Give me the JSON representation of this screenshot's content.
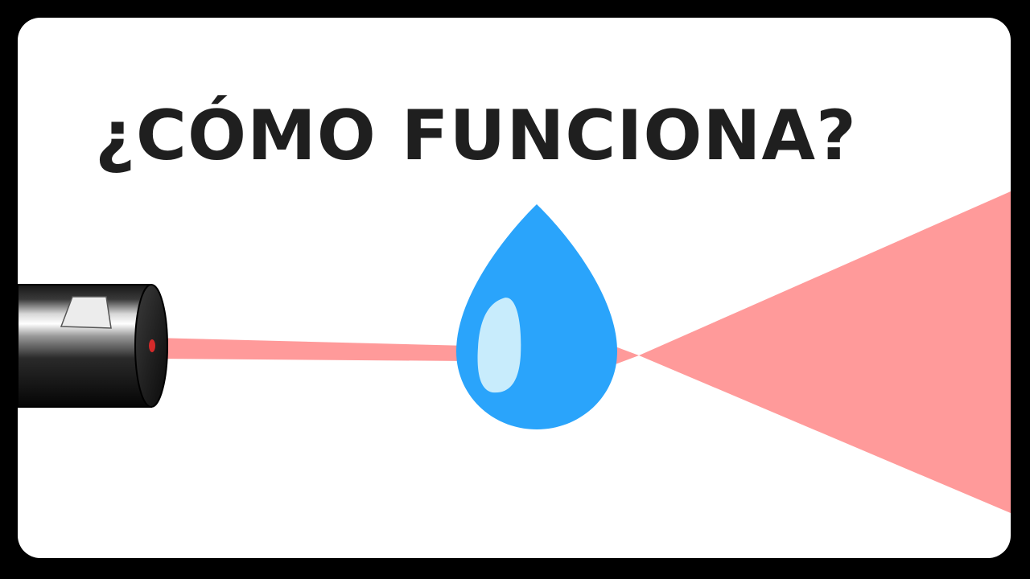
{
  "title": "¿CÓMO FUNCIONA?",
  "icons": [
    "laser-pointer-icon",
    "water-drop-icon",
    "laser-beam",
    "diverging-light-cone"
  ],
  "colors": {
    "background": "#ffffff",
    "border": "#000000",
    "title_text": "#1f1f1f",
    "laser_beam": "#ff9a9a",
    "laser_dot": "#d42a2a",
    "drop": "#2aa4fb",
    "drop_highlight": "#c8ecfc",
    "pointer_body": "#111111"
  }
}
